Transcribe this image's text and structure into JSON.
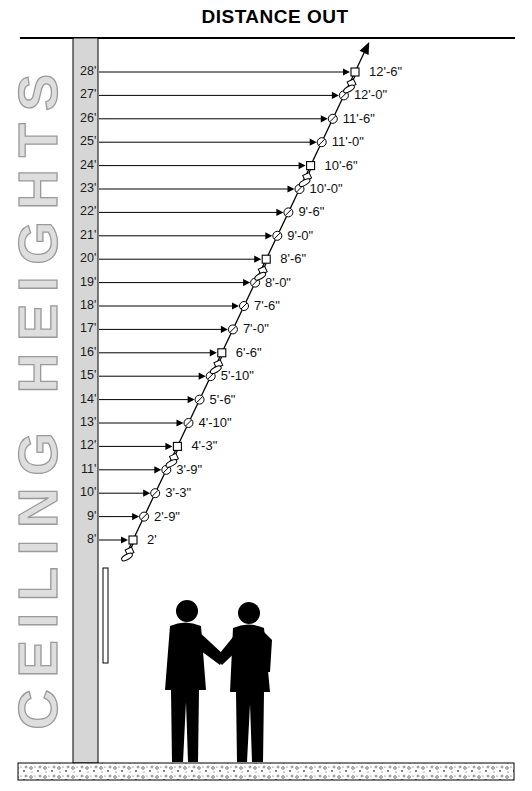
{
  "diagram": {
    "title": "DISTANCE OUT",
    "labels": [
      "CEILING HEIGHTS",
      "28'",
      "27'",
      "26'",
      "25'",
      "24'",
      "23'",
      "22'",
      "21'",
      "20'",
      "19'",
      "18'",
      "17'",
      "16'",
      "15'",
      "14'",
      "13'",
      "12'",
      "11'",
      "10'",
      "9'",
      "8'",
      "12'-6\"",
      "12'-0\"",
      "11'-6\"",
      "11'-0\"",
      "10'-6\"",
      "10'-0\"",
      "9'-6\"",
      "9'-0\"",
      "8'-6\"",
      "8'-0\"",
      "7'-6\"",
      "7'-0\"",
      "6'-6\"",
      "5'-10\"",
      "5'-6\"",
      "4'-10\"",
      "4'-3\"",
      "3'-9\"",
      "3'-3\"",
      "2'-9\"",
      "2'"
    ]
  }
}
